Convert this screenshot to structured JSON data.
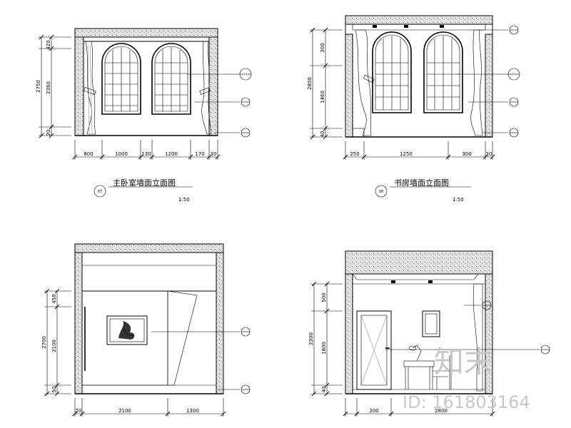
{
  "panels": {
    "tl": {
      "dims_v": [
        "420",
        "2360",
        "20"
      ],
      "dim_v_total": "2750",
      "dims_h": [
        "800",
        "1000",
        "130",
        "1200",
        "170",
        "30"
      ],
      "tags": [
        "",
        "",
        ""
      ],
      "title": "主卧室墙面立面图",
      "scale": "1:50",
      "number": "07"
    },
    "tr": {
      "dims_v": [
        "300",
        "1460",
        "40"
      ],
      "dim_v_total": "2800",
      "dims_h": [
        "250",
        "1250",
        "300",
        "30"
      ],
      "tags": [
        "",
        "",
        ""
      ],
      "title": "书房墙面立面图",
      "scale": "1:50",
      "number": "08"
    },
    "bl": {
      "dims_v": [
        "450",
        "2100",
        "50"
      ],
      "dim_v_total": "2700",
      "dims_h": [
        "20",
        "2100",
        "1300"
      ],
      "tags": [
        ""
      ]
    },
    "br": {
      "dims_v": [
        "500",
        "1800",
        "40"
      ],
      "dim_v_total": "2300",
      "dims_h": [
        "200",
        "2800"
      ],
      "tags": [
        ""
      ]
    }
  },
  "watermark": {
    "logo_text": "知末",
    "id_text": "ID: 161803164"
  }
}
